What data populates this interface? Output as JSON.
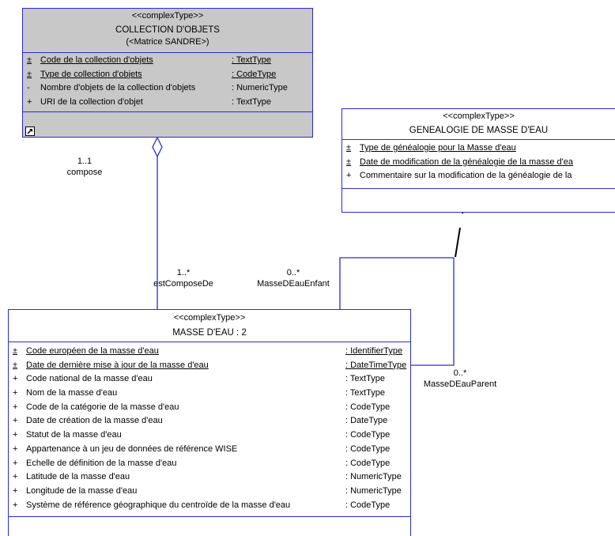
{
  "colors": {
    "line": "#2b2bd6",
    "shade": "#c8c8c8",
    "dark": "#000000"
  },
  "collection": {
    "stereotype": "<<complexType>>",
    "title": "COLLECTION D'OBJETS",
    "subtitle": "(<Matrice SANDRE>)",
    "attributes": [
      {
        "vis": "±",
        "name": "Code de la collection d'objets",
        "type": ": TextType",
        "key": true
      },
      {
        "vis": "±",
        "name": "Type de collection d'objets",
        "type": ": CodeType",
        "key": true
      },
      {
        "vis": "-",
        "name": "Nombre d'objets de la collection d'objets",
        "type": ": NumericType",
        "key": false
      },
      {
        "vis": "+",
        "name": "URI de la collection d'objet",
        "type": ": TextType",
        "key": false
      }
    ],
    "shortcut_icon": "shortcut-arrow-icon"
  },
  "genealogie": {
    "stereotype": "<<complexType>>",
    "title": "GENEALOGIE DE MASSE D'EAU",
    "attributes": [
      {
        "vis": "±",
        "name": "Type de généalogie pour la Masse d'eau",
        "key": true
      },
      {
        "vis": "±",
        "name": "Date de modification de la généalogie de la masse d'ea",
        "key": true
      },
      {
        "vis": "+",
        "name": "Commentaire sur la modification  de la généalogie de la",
        "key": false
      }
    ]
  },
  "masse": {
    "stereotype": "<<complexType>>",
    "title": "MASSE D'EAU : 2",
    "attributes": [
      {
        "vis": "±",
        "name": "Code européen de la masse d'eau",
        "type": ": IdentifierType",
        "key": true
      },
      {
        "vis": "±",
        "name": "Date de dernière mise à jour de la masse d'eau",
        "type": ": DateTimeType",
        "key": true
      },
      {
        "vis": "+",
        "name": "Code national de la masse d'eau",
        "type": ": TextType",
        "key": false
      },
      {
        "vis": "+",
        "name": "Nom de la masse d'eau",
        "type": ": TextType",
        "key": false
      },
      {
        "vis": "+",
        "name": "Code de la catégorie de la masse d'eau",
        "type": ": CodeType",
        "key": false
      },
      {
        "vis": "+",
        "name": "Date de création de la masse d'eau",
        "type": ": DateType",
        "key": false
      },
      {
        "vis": "+",
        "name": "Statut de la masse d'eau",
        "type": ": CodeType",
        "key": false
      },
      {
        "vis": "+",
        "name": "Appartenance à un jeu de données de référence WISE",
        "type": ": CodeType",
        "key": false
      },
      {
        "vis": "+",
        "name": "Echelle de définition de la masse d'eau",
        "type": ": CodeType",
        "key": false
      },
      {
        "vis": "+",
        "name": "Latitude de la masse d'eau",
        "type": ": NumericType",
        "key": false
      },
      {
        "vis": "+",
        "name": "Longitude de la masse d'eau",
        "type": ": NumericType",
        "key": false
      },
      {
        "vis": "+",
        "name": "Système de référence géographique du centroïde de la masse d'eau",
        "type": ": CodeType",
        "key": false
      }
    ]
  },
  "associations": {
    "compose": {
      "multiplicity": "1..1",
      "role": "compose"
    },
    "estComposeDe": {
      "multiplicity": "1..*",
      "role": "estComposeDe"
    },
    "enfant": {
      "multiplicity": "0..*",
      "role": "MasseDEauEnfant"
    },
    "parent": {
      "multiplicity": "0..*",
      "role": "MasseDEauParent"
    }
  }
}
